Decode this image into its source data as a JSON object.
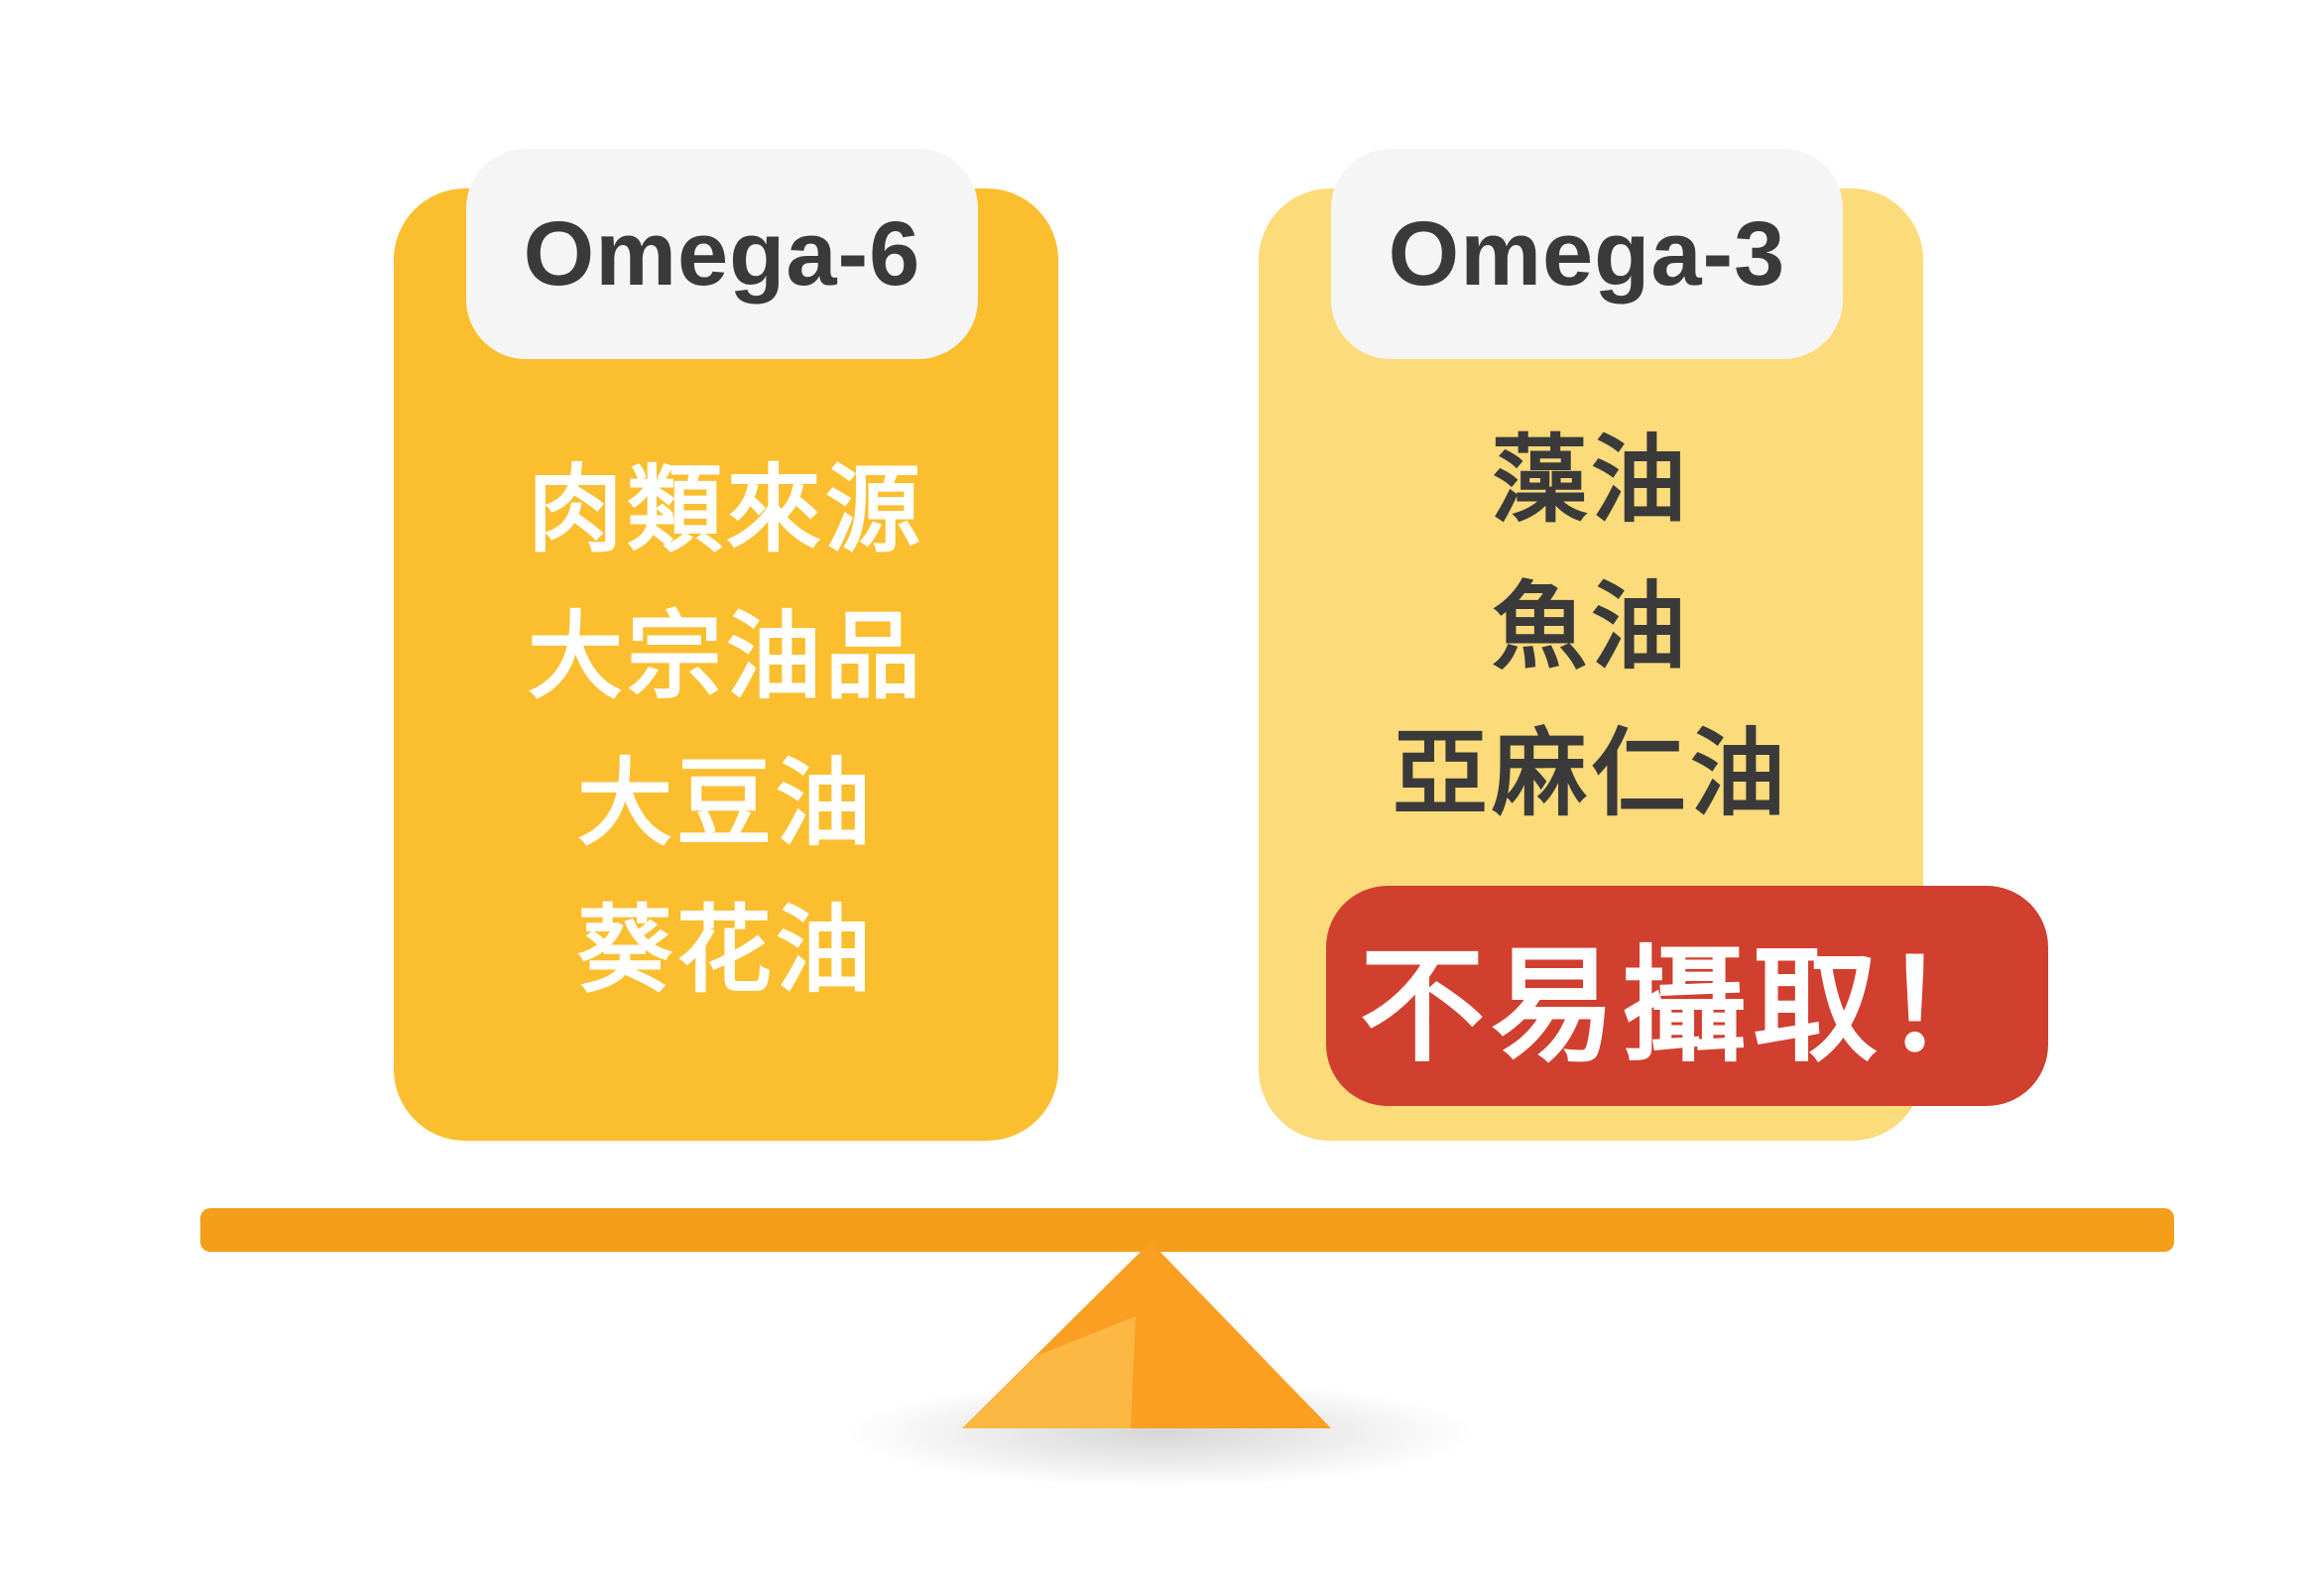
{
  "colors": {
    "omega6_card": "#FBBE2F",
    "omega6_text": "#FFFFFF",
    "omega3_card": "#FCDB7A",
    "omega3_text": "#3A3A3A",
    "tab_bg": "#F5F5F5",
    "tab_text": "#3A3A3A",
    "warning_bg": "#D13F2F",
    "warning_text": "#FFFFFF",
    "beam": "#F49E1A",
    "fulcrum_main": "#FB9F22",
    "fulcrum_light": "#FDB743"
  },
  "left": {
    "title": "Omega-6",
    "items": [
      "肉類來源",
      "大宗油品",
      "大豆油",
      "葵花油"
    ]
  },
  "right": {
    "title": "Omega-3",
    "items": [
      "藻油",
      "魚油",
      "亞麻仁油"
    ],
    "warning": "不易攝取！"
  }
}
